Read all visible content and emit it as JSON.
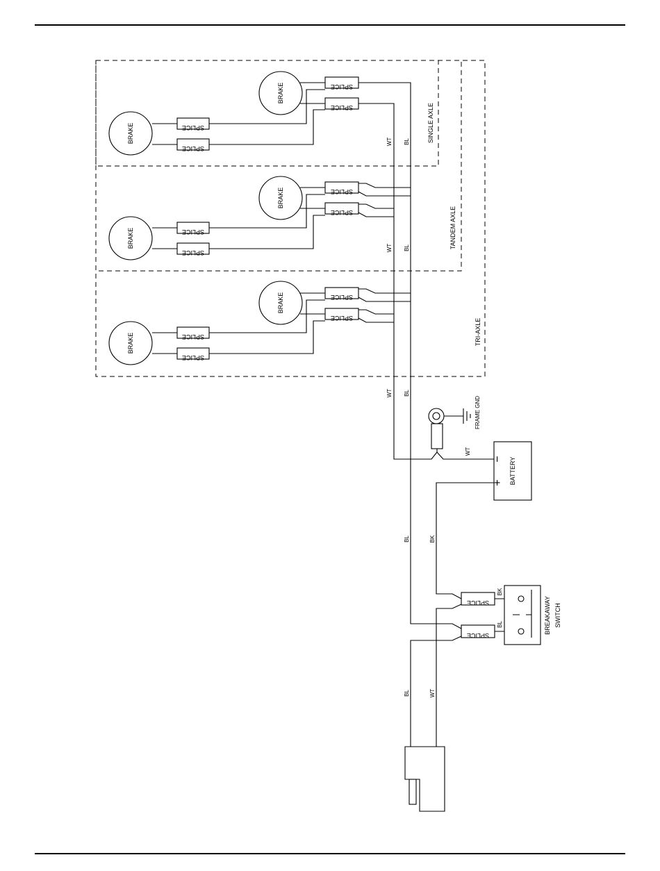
{
  "labels": {
    "brake": "BRAKE",
    "splice": "SPLICE",
    "single_axle": "SINGLE AXLE",
    "tandem_axle": "TANDEM AXLE",
    "tri_axle": "TRI-AXLE",
    "frame_gnd": "FRAME GND",
    "battery": "BATTERY",
    "minus": "−",
    "plus": "+",
    "breakaway_line1": "BREAKAWAY",
    "breakaway_line2": "SWITCH",
    "wire_wt": "WT",
    "wire_bl": "BL",
    "wire_bk": "BK"
  }
}
